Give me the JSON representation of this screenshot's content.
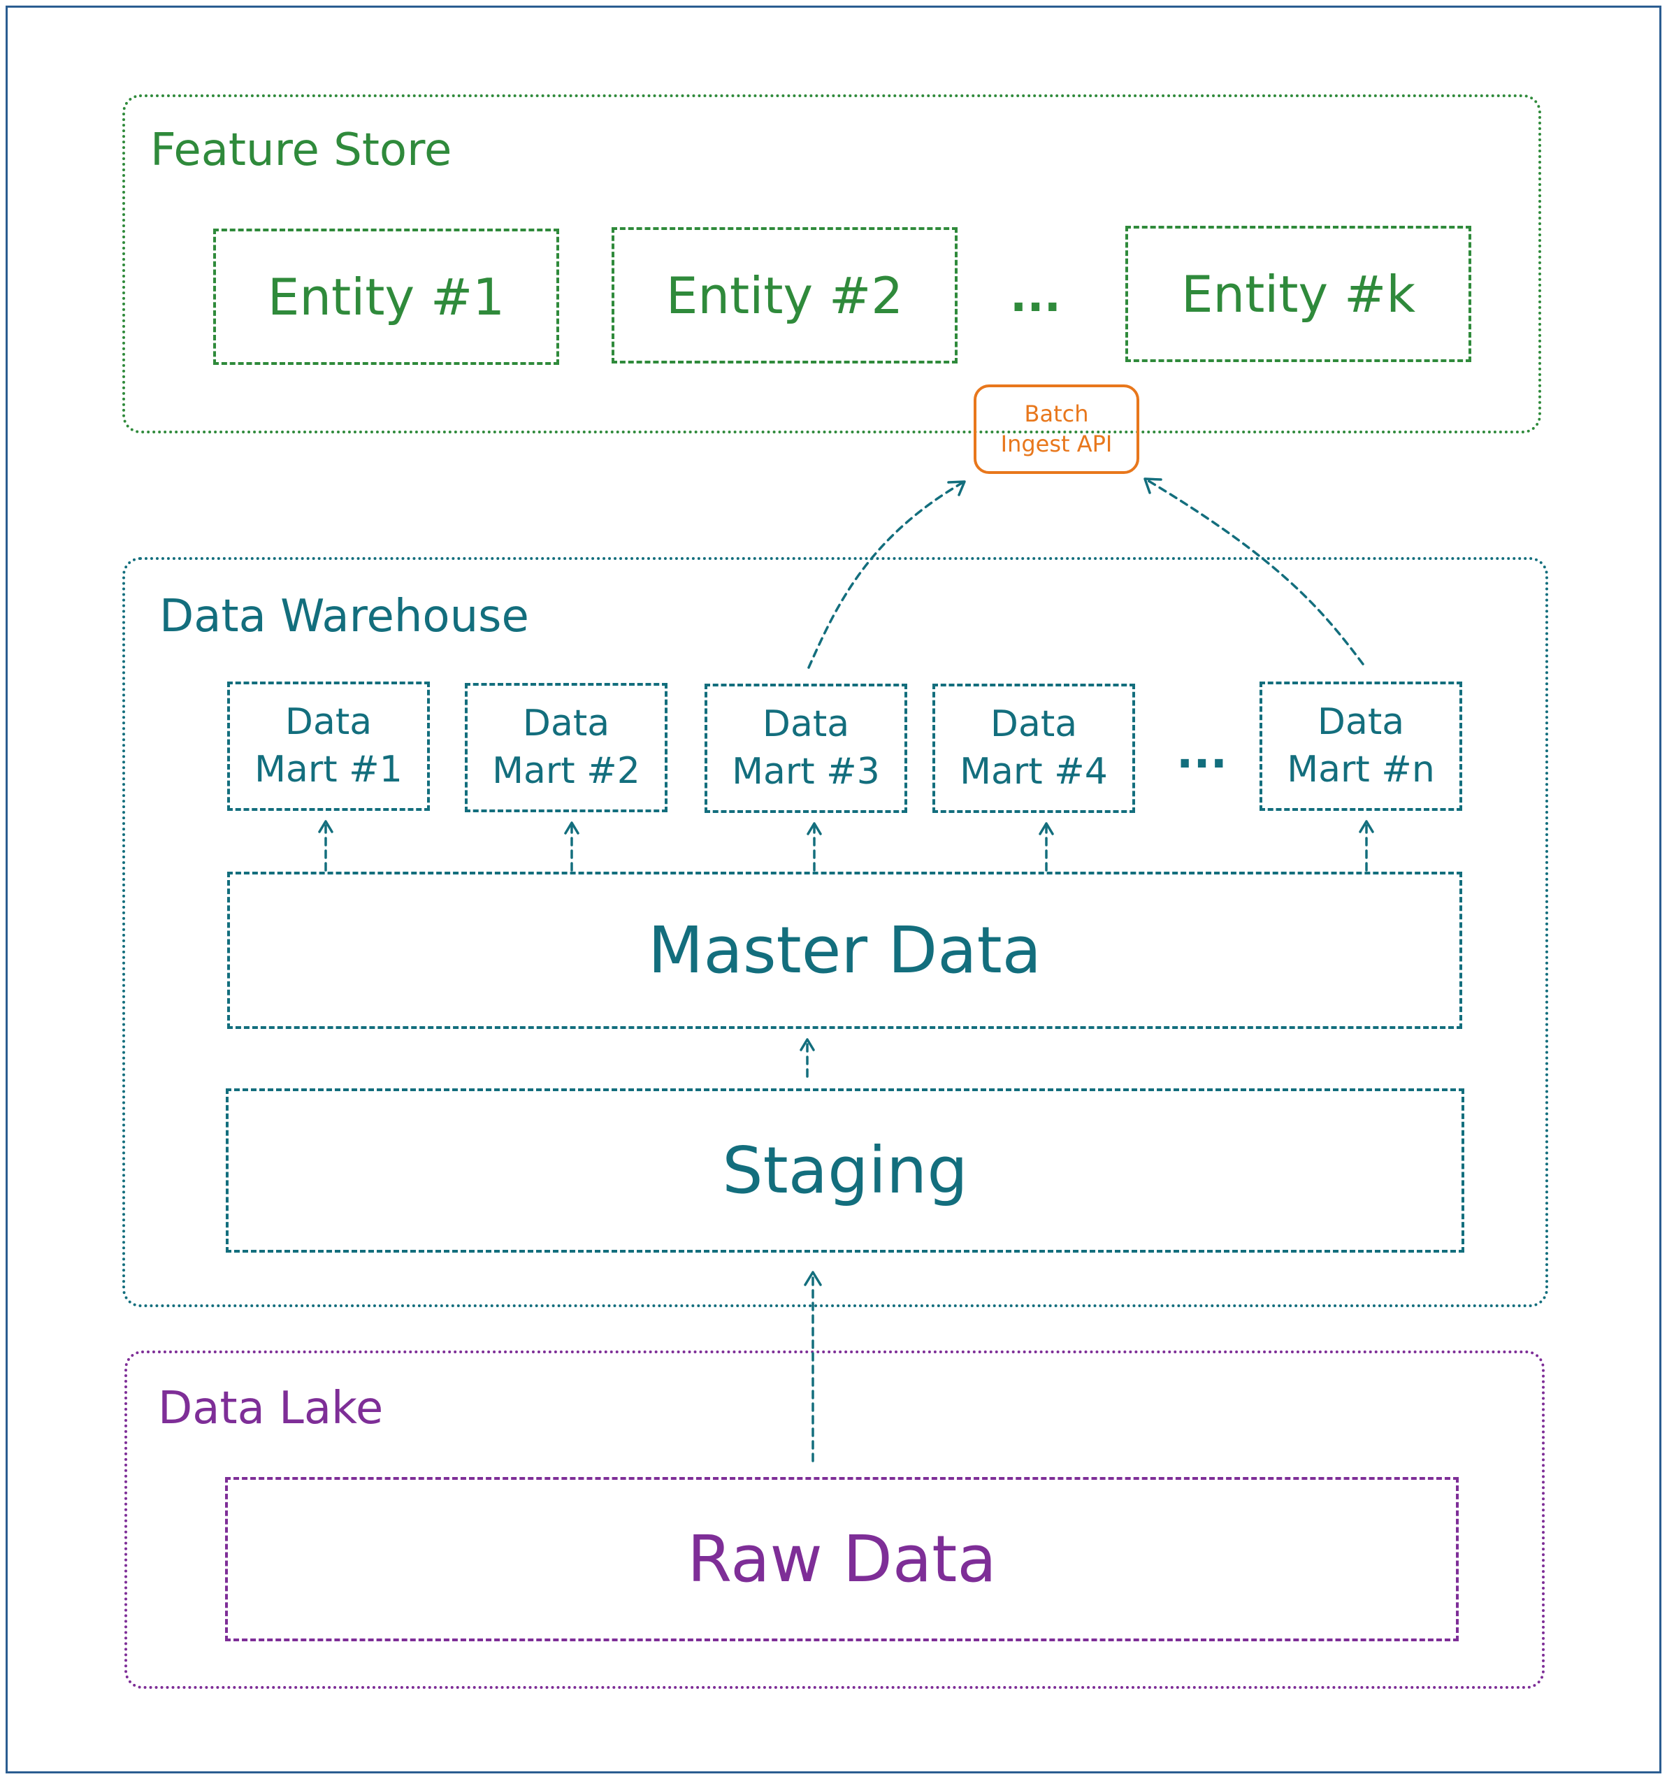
{
  "colors": {
    "frame": "#2b5d91",
    "feature_store": "#2f8a3b",
    "data_warehouse": "#136e7d",
    "data_lake": "#7e2e97",
    "api": "#e8771c"
  },
  "feature_store": {
    "title": "Feature Store",
    "entities": [
      "Entity #1",
      "Entity #2",
      "Entity #k"
    ],
    "ellipsis": "..."
  },
  "api": {
    "label": "Batch\nIngest API"
  },
  "data_warehouse": {
    "title": "Data Warehouse",
    "marts": [
      "Data\nMart #1",
      "Data\nMart #2",
      "Data\nMart #3",
      "Data\nMart #4",
      "Data\nMart #n"
    ],
    "ellipsis": "...",
    "master": "Master Data",
    "staging": "Staging"
  },
  "data_lake": {
    "title": "Data Lake",
    "raw": "Raw Data"
  }
}
